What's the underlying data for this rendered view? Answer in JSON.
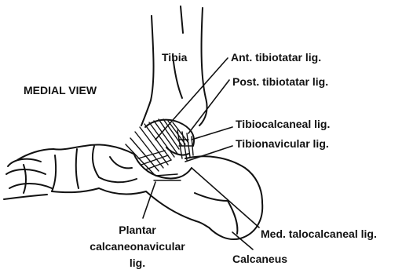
{
  "view_title": "MEDIAL VIEW",
  "labels": {
    "tibia": "Tibia",
    "ant_tibiotalar": "Ant. tibiotatar lig.",
    "post_tibiotalar": "Post. tibiotatar lig.",
    "tibiocalcaneal": "Tibiocalcaneal lig.",
    "tibionavicular": "Tibionavicular lig.",
    "plantar_line1": "Plantar",
    "plantar_line2": "calcaneonavicular",
    "plantar_line3": "lig.",
    "med_talocalcaneal": "Med. talocalcaneal lig.",
    "calcaneus": "Calcaneus"
  },
  "colors": {
    "ink": "#111111",
    "paper": "#ffffff"
  }
}
